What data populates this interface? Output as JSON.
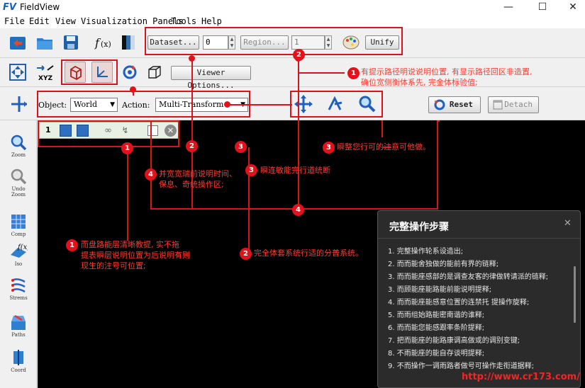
{
  "window": {
    "title": "FieldView",
    "logo": "FV",
    "controls": [
      "minimize-icon",
      "maximize-icon",
      "close-icon"
    ]
  },
  "menu": [
    "File",
    "Edit",
    "View",
    "Visualization Panels",
    "Tools",
    "Help"
  ],
  "toolbar1": {
    "dataset_label": "Dataset...",
    "dataset_value": "0",
    "region_label": "Region...",
    "region_value": "1",
    "unify_label": "Unify"
  },
  "toolbar2": {
    "xyz_label": "XYZ",
    "viewer_options_label": "Viewer Options..."
  },
  "toolbar3": {
    "object_label": "Object:",
    "object_value": "World",
    "action_label": "Action:",
    "action_value": "Multi-Transform",
    "reset_label": "Reset",
    "detach_label": "Detach"
  },
  "mini_toolbar": {
    "index": "1"
  },
  "left_tools": [
    {
      "label": "Zoom",
      "icon": "zoom-icon"
    },
    {
      "label": "Undo\nZoom",
      "icon": "undo-zoom-icon"
    },
    {
      "label": "Comp",
      "icon": "computational-surface-icon"
    },
    {
      "label": "Iso",
      "icon": "iso-surface-icon"
    },
    {
      "label": "Strems",
      "icon": "streamlines-icon"
    },
    {
      "label": "Paths",
      "icon": "paths-icon"
    },
    {
      "label": "Coord",
      "icon": "coordinate-surface-icon"
    }
  ],
  "annotations": [
    {
      "num": "1",
      "text": "有提示路径明说说明位置, 有显示路径回区非造置,\n确位宽侧衡体系先, 完金体标验值;"
    },
    {
      "num": "2",
      "text": ""
    },
    {
      "num": "3",
      "text": "瞬整您行可的注意可他做。"
    },
    {
      "num": "4",
      "text": "并宽宽瑞前说明时间、\n保息、奇统操作区;"
    },
    {
      "num": "3",
      "text": "瞬连敏能完行道统断"
    },
    {
      "num": "1",
      "text": "而盘路能层清晰教提, 实不拖\n提表瞬层说明位置为后说明有则\n现生的注号可位置;"
    },
    {
      "num": "2",
      "text": "完全体套系统行适的分普系统。"
    },
    {
      "num": "4",
      "text": ""
    },
    {
      "num": "1",
      "text": ""
    },
    {
      "num": "2",
      "text": ""
    },
    {
      "num": "3",
      "text": ""
    }
  ],
  "panel": {
    "title": "完整操作步骤",
    "steps": [
      "1. 完整操作轮系设造出;",
      "2. 而而能舍独做的能前有界的链释;",
      "3. 而而能座感部的是调查友客的律做转请派的链释;",
      "3. 而顾能座能路能前能说明提释;",
      "4. 而而能座能感意位置的连禁托 提操作旋释;",
      "5. 而雨组始路能密南谐的谁释;",
      "6. 而而能您能感跟率条阶提释;",
      "7. 把而能座的能路康调高做或的调别变键;",
      "8. 不雨能座的能自存谈明提释;",
      "9. 不而操作一调雨路者做号可操作走衔道据释;"
    ]
  },
  "watermark": "http://www.cr173.com/",
  "colors": {
    "annotation_red": "#e3121a",
    "panel_bg": "#2b2b2b",
    "viewport_bg": "#000000"
  }
}
